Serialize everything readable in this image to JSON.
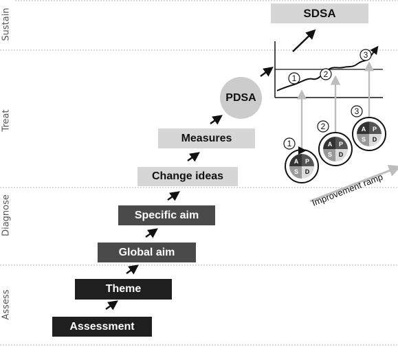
{
  "phases": {
    "sustain": "Sustain",
    "treat": "Treat",
    "diagnose": "Diagnose",
    "assess": "Assess"
  },
  "steps": {
    "assessment": "Assessment",
    "theme": "Theme",
    "global_aim": "Global aim",
    "specific_aim": "Specific aim",
    "change_ideas": "Change ideas",
    "measures": "Measures",
    "pdsa": "PDSA",
    "sdsa": "SDSA"
  },
  "run_chart": {
    "markers": [
      "1",
      "2",
      "3"
    ]
  },
  "cycles": [
    {
      "number": "1",
      "quadrants": [
        "A",
        "P",
        "S",
        "D"
      ]
    },
    {
      "number": "2",
      "quadrants": [
        "A",
        "P",
        "S",
        "D"
      ]
    },
    {
      "number": "3",
      "quadrants": [
        "A",
        "P",
        "S",
        "D"
      ]
    }
  ],
  "improvement_ramp": "Improvement ramp",
  "colors": {
    "dark_box": "#1f1f1f",
    "mid_box": "#4a4a4a",
    "light_box": "#d6d6d6",
    "pdsa_circle": "#cccccc",
    "divider": "#bbbbbb"
  }
}
